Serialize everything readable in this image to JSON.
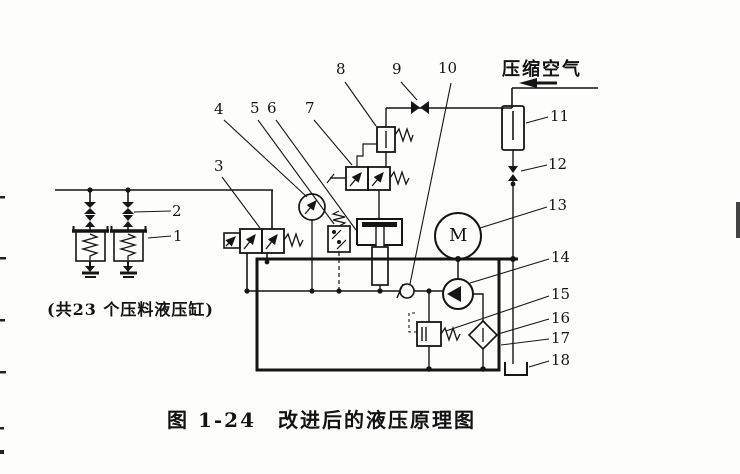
{
  "figure": {
    "caption": "图 1-24　改进后的液压原理图",
    "cylinder_note": "(共23 个压料液压缸)",
    "air_inlet_label": "压缩空气",
    "motor_letter": "M"
  },
  "part_numbers": [
    "1",
    "2",
    "3",
    "4",
    "5",
    "6",
    "7",
    "8",
    "9",
    "10",
    "11",
    "12",
    "13",
    "14",
    "15",
    "16",
    "17",
    "18"
  ],
  "components": {
    "1": "pressing-hydraulic-cylinder",
    "2": "shutoff-valve-pair",
    "3": "directional-valve",
    "4": "pressure-gauge",
    "5": "check-valve-block",
    "6": "weighted-accumulator-cylinder",
    "7": "pneumatic-directional-valve",
    "8": "pressure-reducing-valve",
    "9": "air-shutoff-valve",
    "10": "check-valve",
    "11": "air-filter",
    "12": "drain-valve",
    "13": "electric-motor",
    "14": "hydraulic-pump",
    "15": "relief-valve",
    "16": "filter",
    "17": "oil-tank",
    "18": "tank-symbol"
  },
  "colors": {
    "ink": "#151515",
    "paper": "#fdfdfb"
  }
}
